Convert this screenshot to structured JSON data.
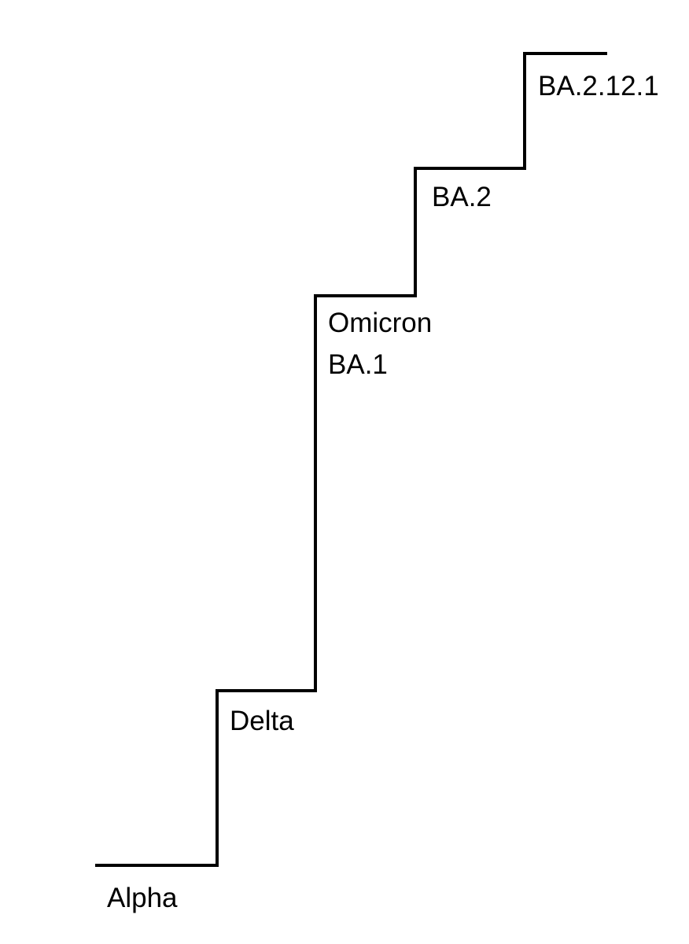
{
  "steps": [
    {
      "lines": [
        "Alpha"
      ]
    },
    {
      "lines": [
        "Delta"
      ]
    },
    {
      "lines": [
        "Omicron",
        "BA.1"
      ]
    },
    {
      "lines": [
        "BA.2"
      ]
    },
    {
      "lines": [
        "BA.2.12.1"
      ]
    }
  ],
  "colors": {
    "line": "#000000",
    "text": "#000000",
    "background": "#ffffff"
  }
}
